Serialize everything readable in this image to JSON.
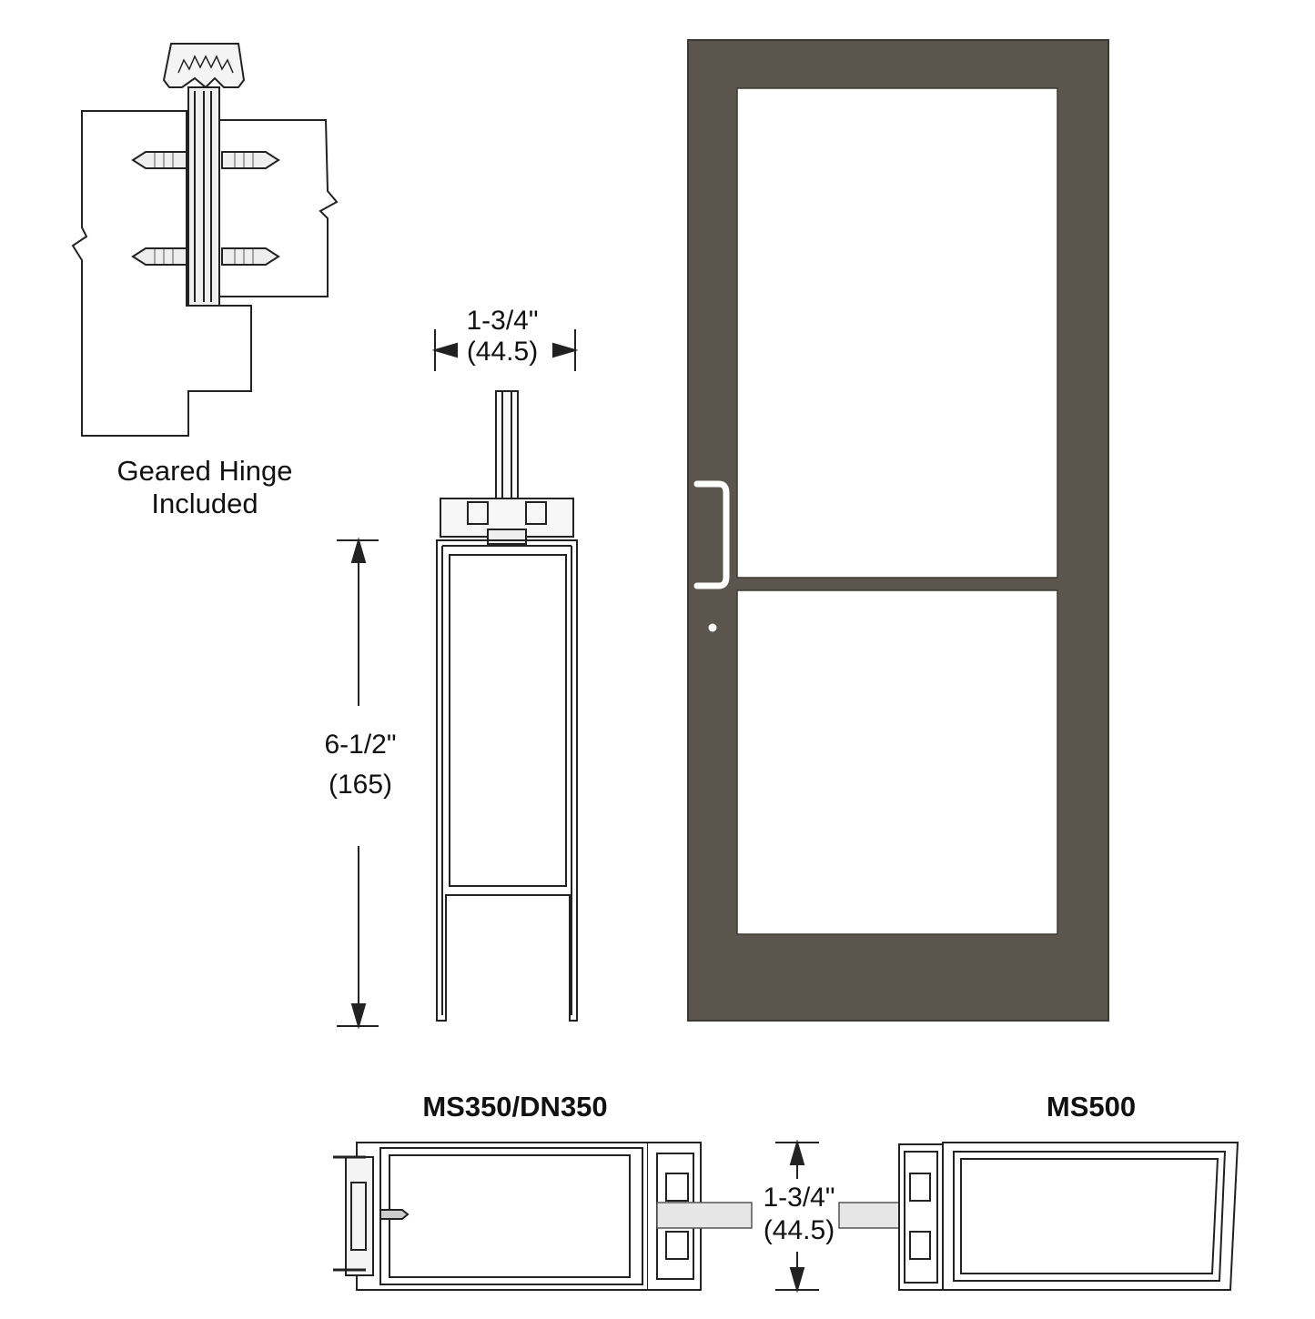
{
  "hinge": {
    "caption_line1": "Geared Hinge",
    "caption_line2": "Included"
  },
  "rail_section": {
    "width_imperial": "1-3/4\"",
    "width_metric": "(44.5)",
    "height_imperial": "6-1/2\"",
    "height_metric": "(165)"
  },
  "door": {
    "finish_color": "#5b554d",
    "glass_color": "#ffffff"
  },
  "stile_sections": {
    "left_model": "MS350/DN350",
    "right_model": "MS500",
    "depth_imperial": "1-3/4\"",
    "depth_metric": "(44.5)"
  }
}
